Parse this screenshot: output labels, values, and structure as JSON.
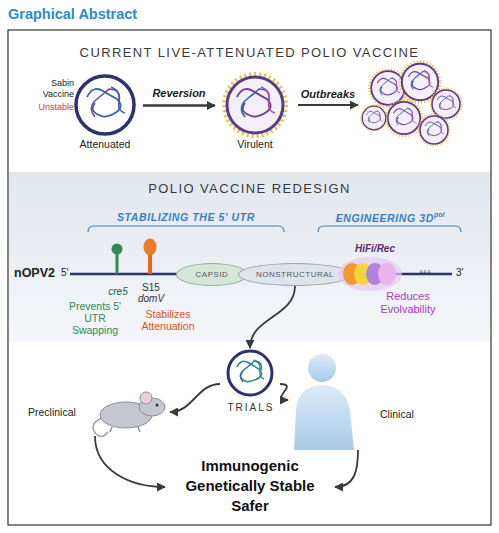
{
  "diagram": {
    "title": "Graphical Abstract",
    "nodes": [
      {
        "text": [
          "CURRENT LIVE-ATTENUATED POLIO VACCINE"
        ]
      },
      {
        "text": [
          "Sabin Vaccine",
          "Unstable",
          "Attenuated"
        ],
        "in": 0
      },
      {
        "text": [
          "Virulent"
        ],
        "in": 0
      },
      {
        "text": [
          "POLIO VACCINE REDESIGN"
        ]
      },
      {
        "text": [
          "CAPSID"
        ],
        "in": 3
      },
      {
        "text": [
          "NONSTRUCTURAL"
        ],
        "in": 3
      },
      {
        "text": [
          "TRIALS"
        ]
      },
      {
        "text": [
          "Preclinical"
        ]
      },
      {
        "text": [
          "Clinical"
        ]
      },
      {
        "text": [
          "Immunogenic Genetically Stable Safer"
        ]
      }
    ],
    "edges": [
      {
        "from": 1,
        "to": 2,
        "arrow": "to",
        "label": "Reversion"
      },
      {
        "from": 5,
        "to": 6,
        "arrow": "to"
      },
      {
        "from": 6,
        "to": 7,
        "arrow": "to"
      },
      {
        "from": 6,
        "to": 8,
        "arrow": "to"
      },
      {
        "from": 7,
        "to": 9,
        "arrow": "to"
      },
      {
        "from": 8,
        "to": 9,
        "arrow": "to"
      }
    ],
    "labels": [
      "Outbreaks",
      "STABILIZING THE 5' UTR",
      "ENGINEERING 3D",
      "pol",
      "nOPV2",
      "5'",
      "cre5",
      "S15",
      "domV",
      "Prevents 5' UTR Swapping",
      "Stabilizes Attenuation",
      "HiFi/Rec",
      "Reduces Evolvability",
      "AAA",
      "3'"
    ]
  }
}
